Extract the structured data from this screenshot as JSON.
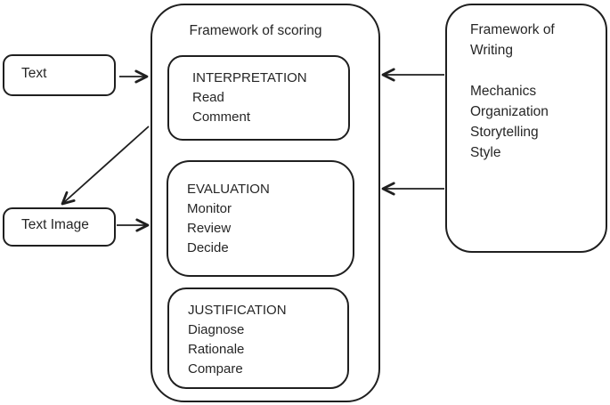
{
  "diagram": {
    "text_box": {
      "label": "Text"
    },
    "text_image_box": {
      "label": "Text Image"
    },
    "scoring_box": {
      "title": "Framework of scoring",
      "interpretation": {
        "title": "INTERPRETATION",
        "items": [
          "Read",
          "Comment"
        ]
      },
      "evaluation": {
        "title": "EVALUATION",
        "items": [
          "Monitor",
          "Review",
          "Decide"
        ]
      },
      "justification": {
        "title": "JUSTIFICATION",
        "items": [
          "Diagnose",
          "Rationale",
          "Compare"
        ]
      }
    },
    "writing_box": {
      "title_line1": "Framework of",
      "title_line2": "Writing",
      "items": [
        "Mechanics",
        "Organization",
        "Storytelling",
        "Style"
      ]
    },
    "arrows": {
      "text_to_scoring": "arrow from Text box to Framework of scoring",
      "text_image_to_scoring": "arrow from Text Image box to Framework of scoring",
      "scoring_to_text_image": "diagonal arrow from Framework of scoring to Text Image box",
      "writing_to_scoring_top": "arrow from Framework of Writing to Framework of scoring (top)",
      "writing_to_scoring_bottom": "arrow from Framework of Writing to Framework of scoring (bottom)"
    },
    "colors": {
      "stroke": "#1f1f1f",
      "text": "#262626",
      "background": "#ffffff"
    }
  }
}
